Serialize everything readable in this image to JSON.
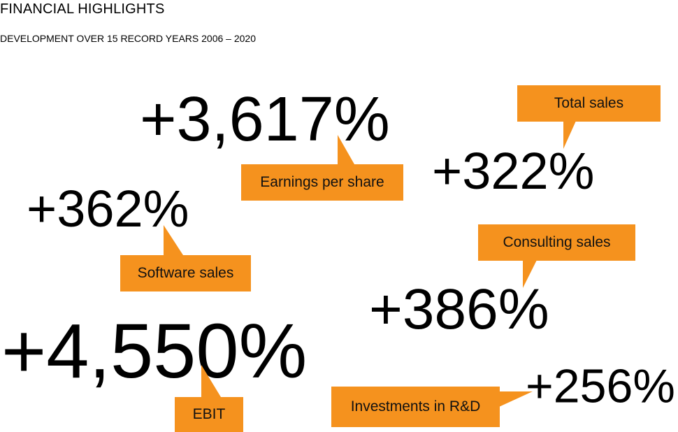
{
  "header": {
    "title": "FINANCIAL HIGHLIGHTS",
    "subtitle": "DEVELOPMENT OVER 15 RECORD YEARS 2006 – 2020"
  },
  "highlights": {
    "earnings_per_share": {
      "value": "+3,617%",
      "label": "Earnings per share"
    },
    "total_sales": {
      "value": "+322%",
      "label": "Total sales"
    },
    "software_sales": {
      "value": "+362%",
      "label": "Software sales"
    },
    "consulting_sales": {
      "value": "+386%",
      "label": "Consulting sales"
    },
    "ebit": {
      "value": "+4,550%",
      "label": "EBIT"
    },
    "investments_rnd": {
      "value": "+256%",
      "label": "Investments in R&D"
    }
  },
  "colors": {
    "accent": "#f5921e",
    "text": "#000000",
    "background": "#ffffff"
  }
}
